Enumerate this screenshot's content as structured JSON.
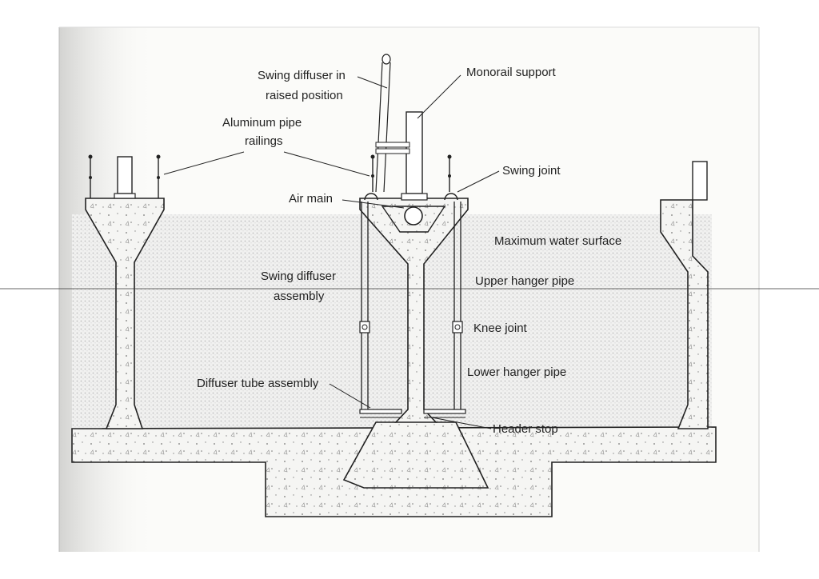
{
  "labels": {
    "swing_raised_1": "Swing diffuser in",
    "swing_raised_2": "raised position",
    "monorail": "Monorail support",
    "railings_1": "Aluminum pipe",
    "railings_2": "railings",
    "swing_joint": "Swing joint",
    "air_main": "Air main",
    "max_water": "Maximum water surface",
    "swing_assembly_1": "Swing diffuser",
    "swing_assembly_2": "assembly",
    "upper_hanger": "Upper hanger pipe",
    "knee_joint": "Knee joint",
    "lower_hanger": "Lower hanger pipe",
    "diffuser_tube": "Diffuser tube assembly",
    "header_stop": "Header stop"
  },
  "colors": {
    "page": "#ffffff",
    "sheet": "#fbfbf9",
    "water_dots": "#c9c9c9",
    "line": "#222222",
    "shadow": "#d6d6d6"
  }
}
